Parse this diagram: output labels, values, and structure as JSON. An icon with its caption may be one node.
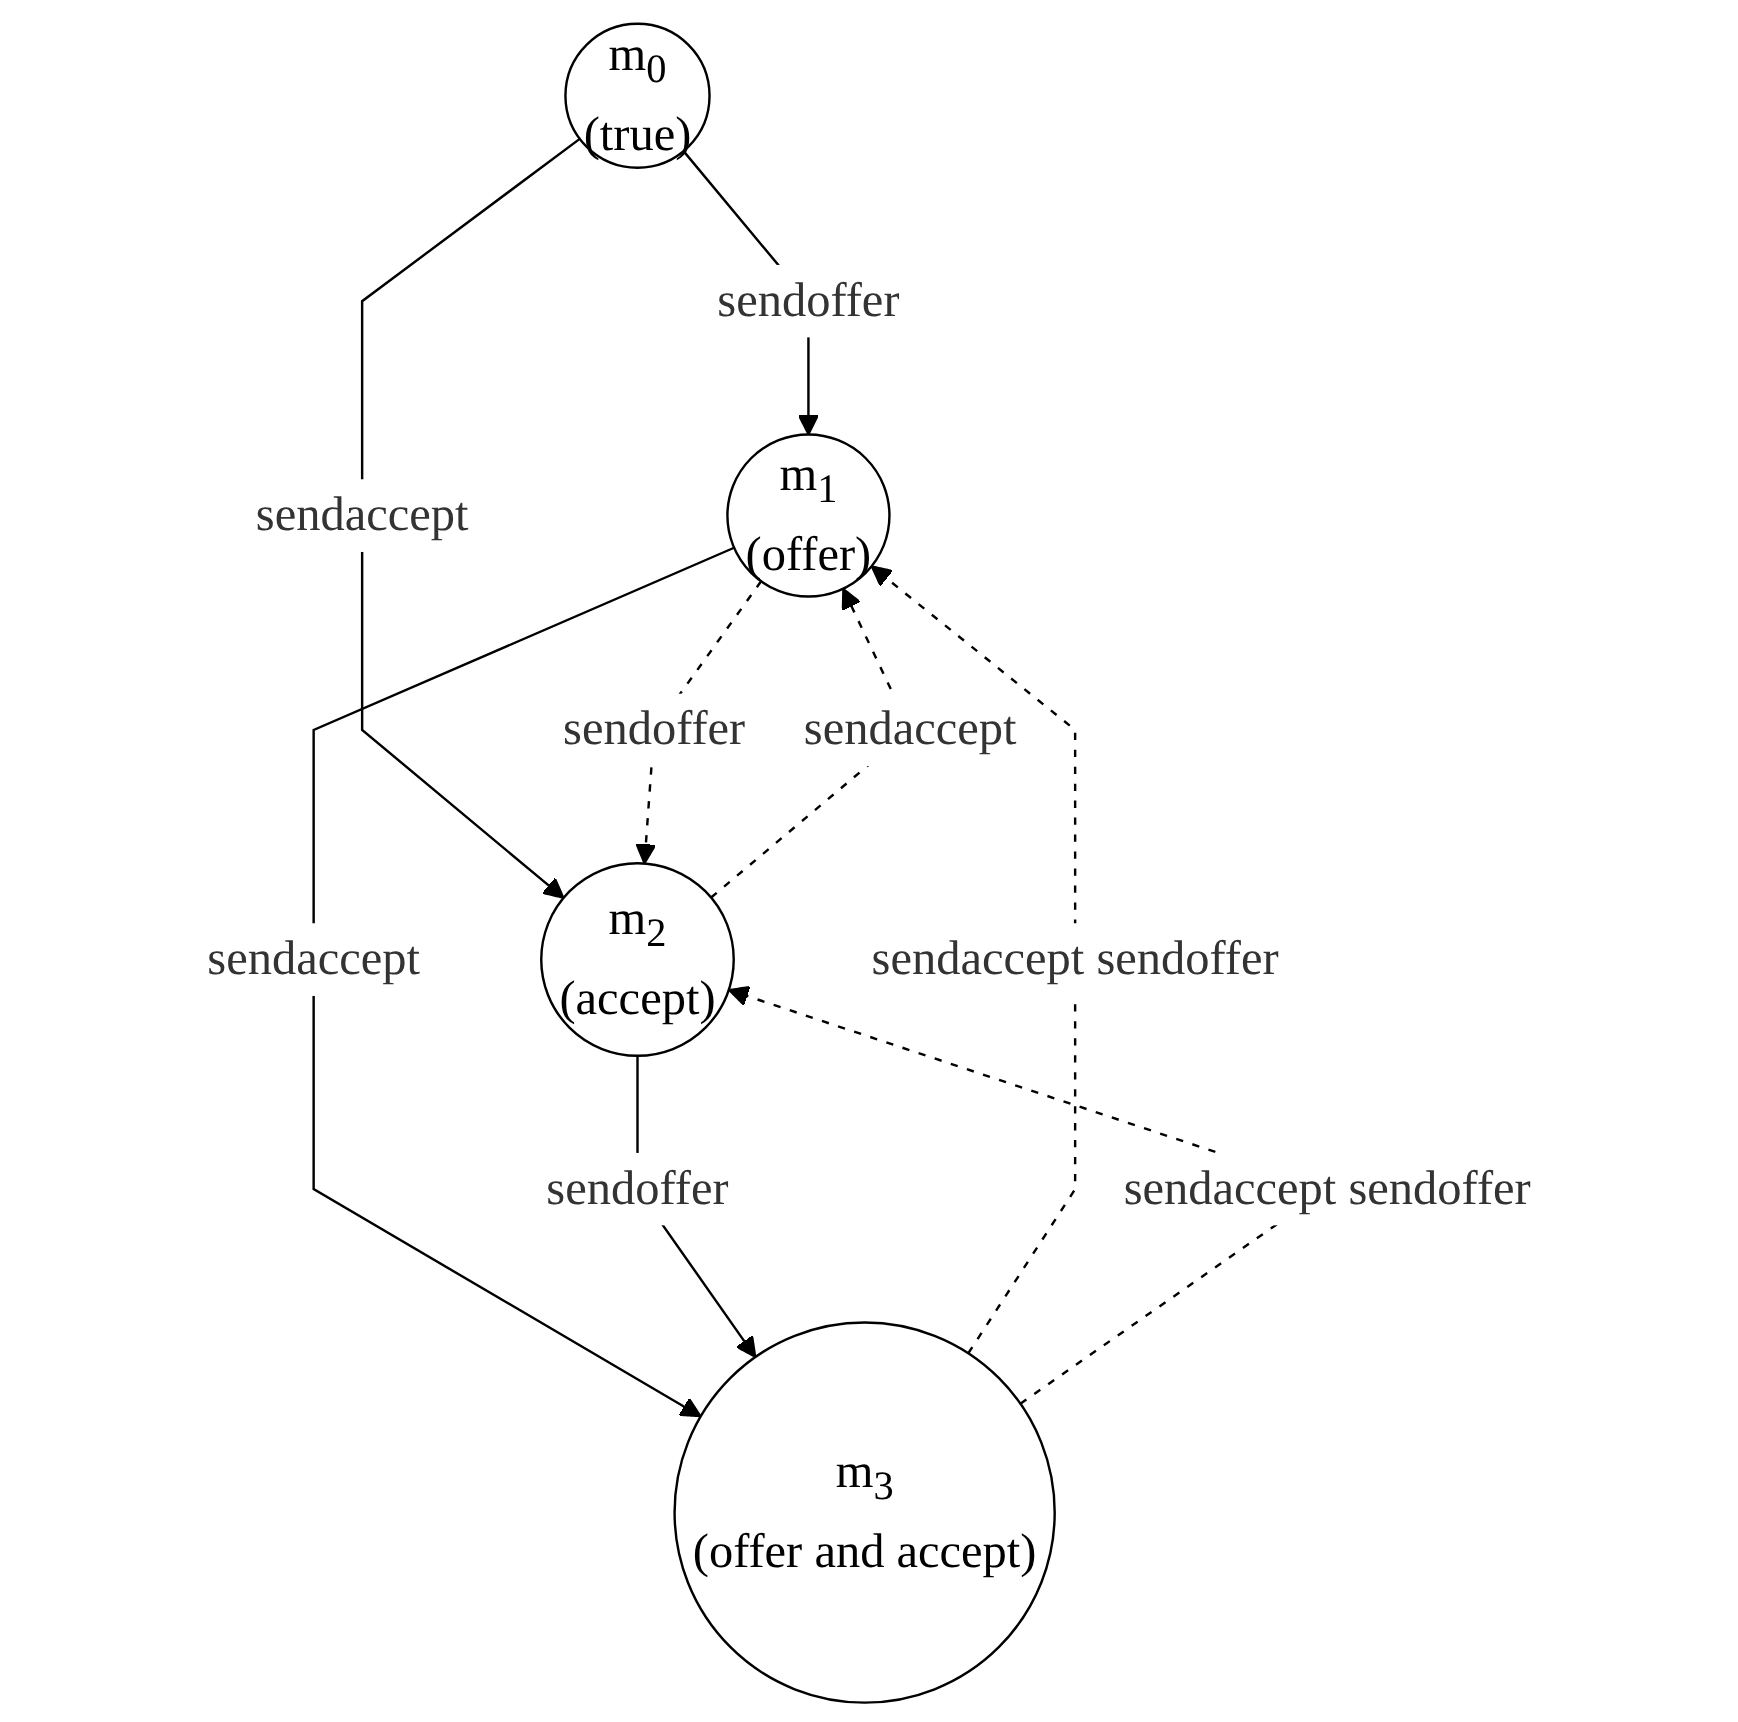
{
  "diagram": {
    "nodes": [
      {
        "text": [
          "m$_{0}$",
          "(true)"
        ]
      },
      {
        "text": [
          "m$_{1}$",
          "(offer)"
        ]
      },
      {
        "text": [
          "m$_{2}$",
          "(accept)"
        ]
      },
      {
        "text": [
          "m$_{3}$",
          "(offer and accept)"
        ]
      }
    ],
    "edges": [
      {
        "from": 0,
        "to": 1,
        "arrow": "to",
        "label": "sendoffer"
      },
      {
        "from": 0,
        "to": 2,
        "arrow": "to",
        "label": "sendaccept"
      },
      {
        "from": 2,
        "to": 1,
        "arrow": "to",
        "label": "sendaccept",
        "style": "dashed"
      },
      {
        "from": 1,
        "to": 2,
        "arrow": "to",
        "label": "sendoffer",
        "style": "dashed"
      },
      {
        "from": 3,
        "to": 1,
        "arrow": "to",
        "label": "sendaccept sendoffer",
        "style": "dashed"
      },
      {
        "from": 3,
        "to": 2,
        "arrow": "to",
        "label": "sendaccept sendoffer",
        "style": "dashed"
      },
      {
        "from": 1,
        "to": 3,
        "arrow": "to",
        "label": "sendaccept"
      },
      {
        "from": 2,
        "to": 3,
        "arrow": "to",
        "label": "sendoffer"
      }
    ]
  }
}
